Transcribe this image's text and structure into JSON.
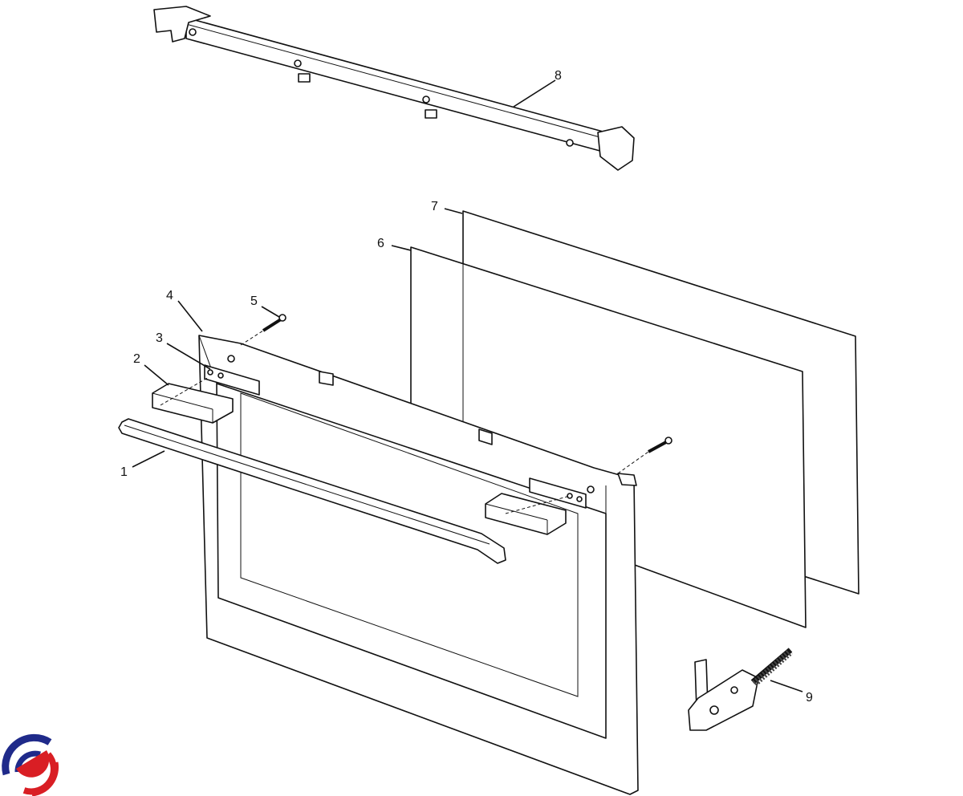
{
  "diagram": {
    "type": "exploded-parts-diagram",
    "callouts": [
      {
        "id": "1",
        "label": "1"
      },
      {
        "id": "2",
        "label": "2"
      },
      {
        "id": "3",
        "label": "3"
      },
      {
        "id": "4",
        "label": "4"
      },
      {
        "id": "5",
        "label": "5"
      },
      {
        "id": "6",
        "label": "6"
      },
      {
        "id": "7",
        "label": "7"
      },
      {
        "id": "8",
        "label": "8"
      },
      {
        "id": "9",
        "label": "9"
      }
    ],
    "logo": {
      "colors": {
        "primary": "#1f2a8a",
        "secondary": "#d91e24"
      }
    }
  }
}
